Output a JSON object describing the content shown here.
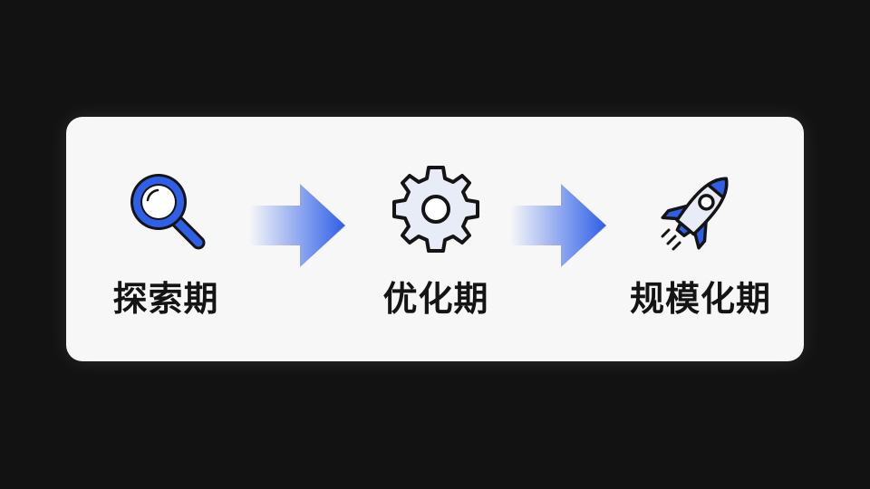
{
  "stages": [
    {
      "label": "探索期",
      "icon": "magnifier-icon"
    },
    {
      "label": "优化期",
      "icon": "gear-icon"
    },
    {
      "label": "规模化期",
      "icon": "rocket-icon"
    }
  ],
  "colors": {
    "background": "#121212",
    "card": "#f7f7f8",
    "accent_blue": "#2f5fe6",
    "icon_fill": "#e8ecf7",
    "outline": "#141414",
    "text": "#141414"
  }
}
